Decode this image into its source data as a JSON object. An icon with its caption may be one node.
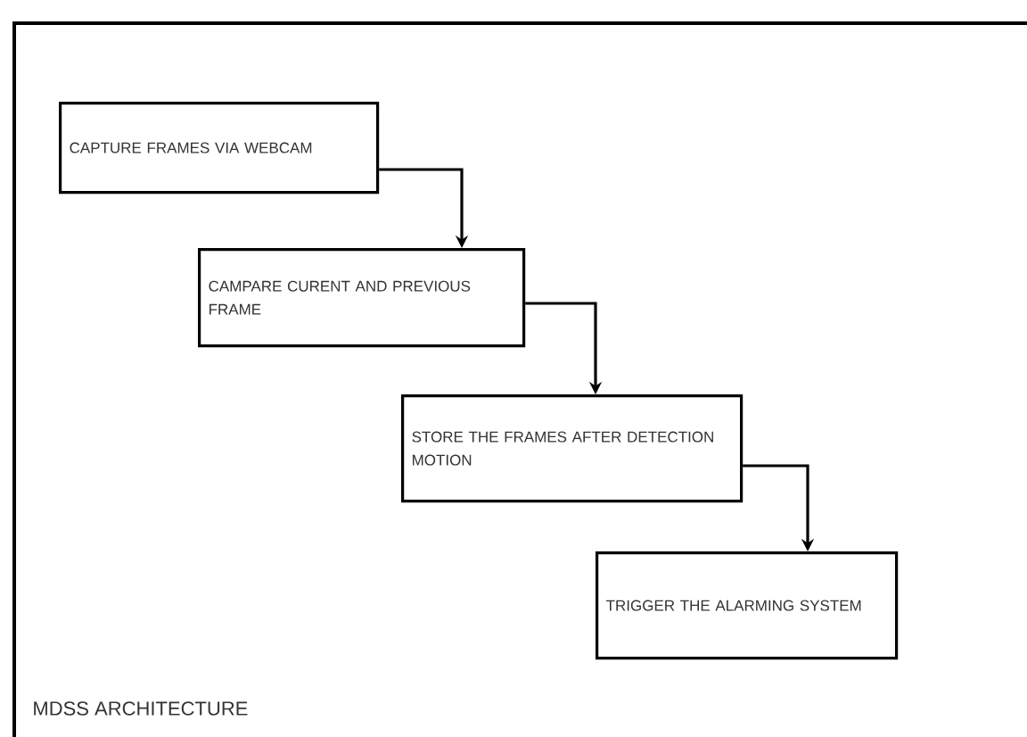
{
  "diagram": {
    "caption": "MDSS ARCHITECTURE",
    "nodes": [
      {
        "text": [
          "CAPTURE FRAMES VIA WEBCAM"
        ]
      },
      {
        "text": [
          "CAMPARE CURENT AND PREVIOUS FRAME"
        ]
      },
      {
        "text": [
          "STORE THE FRAMES AFTER DETECTION MOTION"
        ]
      },
      {
        "text": [
          "TRIGGER THE ALARMING SYSTEM"
        ]
      }
    ],
    "edges": [
      {
        "from": 0,
        "to": 1,
        "arrow": "to"
      },
      {
        "from": 1,
        "to": 2,
        "arrow": "to"
      },
      {
        "from": 2,
        "to": 3,
        "arrow": "to"
      }
    ]
  }
}
